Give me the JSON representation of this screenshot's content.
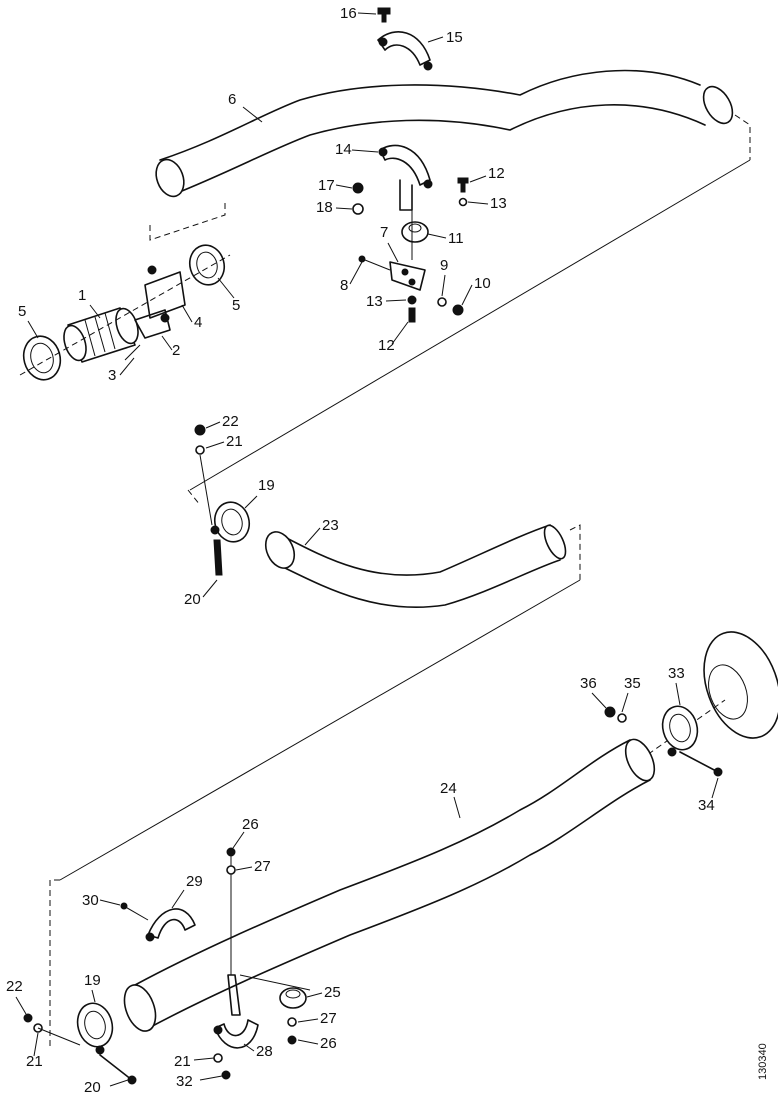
{
  "callouts": [
    {
      "id": "c16",
      "label": "16"
    },
    {
      "id": "c15",
      "label": "15"
    },
    {
      "id": "c6",
      "label": "6"
    },
    {
      "id": "c14",
      "label": "14"
    },
    {
      "id": "c17",
      "label": "17"
    },
    {
      "id": "c18",
      "label": "18"
    },
    {
      "id": "c12a",
      "label": "12"
    },
    {
      "id": "c13a",
      "label": "13"
    },
    {
      "id": "c11",
      "label": "11"
    },
    {
      "id": "c7",
      "label": "7"
    },
    {
      "id": "c8",
      "label": "8"
    },
    {
      "id": "c9",
      "label": "9"
    },
    {
      "id": "c10",
      "label": "10"
    },
    {
      "id": "c13b",
      "label": "13"
    },
    {
      "id": "c12b",
      "label": "12"
    },
    {
      "id": "c1",
      "label": "1"
    },
    {
      "id": "c5a",
      "label": "5"
    },
    {
      "id": "c5b",
      "label": "5"
    },
    {
      "id": "c4",
      "label": "4"
    },
    {
      "id": "c2",
      "label": "2"
    },
    {
      "id": "c3",
      "label": "3"
    },
    {
      "id": "c22a",
      "label": "22"
    },
    {
      "id": "c21a",
      "label": "21"
    },
    {
      "id": "c19a",
      "label": "19"
    },
    {
      "id": "c23",
      "label": "23"
    },
    {
      "id": "c20a",
      "label": "20"
    },
    {
      "id": "c36",
      "label": "36"
    },
    {
      "id": "c35",
      "label": "35"
    },
    {
      "id": "c33",
      "label": "33"
    },
    {
      "id": "c34",
      "label": "34"
    },
    {
      "id": "c24",
      "label": "24"
    },
    {
      "id": "c26a",
      "label": "26"
    },
    {
      "id": "c27a",
      "label": "27"
    },
    {
      "id": "c30",
      "label": "30"
    },
    {
      "id": "c29",
      "label": "29"
    },
    {
      "id": "c25",
      "label": "25"
    },
    {
      "id": "c27b",
      "label": "27"
    },
    {
      "id": "c26b",
      "label": "26"
    },
    {
      "id": "c22b",
      "label": "22"
    },
    {
      "id": "c19b",
      "label": "19"
    },
    {
      "id": "c21b",
      "label": "21"
    },
    {
      "id": "c20b",
      "label": "20"
    },
    {
      "id": "c28",
      "label": "28"
    },
    {
      "id": "c21c",
      "label": "21"
    },
    {
      "id": "c32",
      "label": "32"
    }
  ],
  "document_id": "130340"
}
